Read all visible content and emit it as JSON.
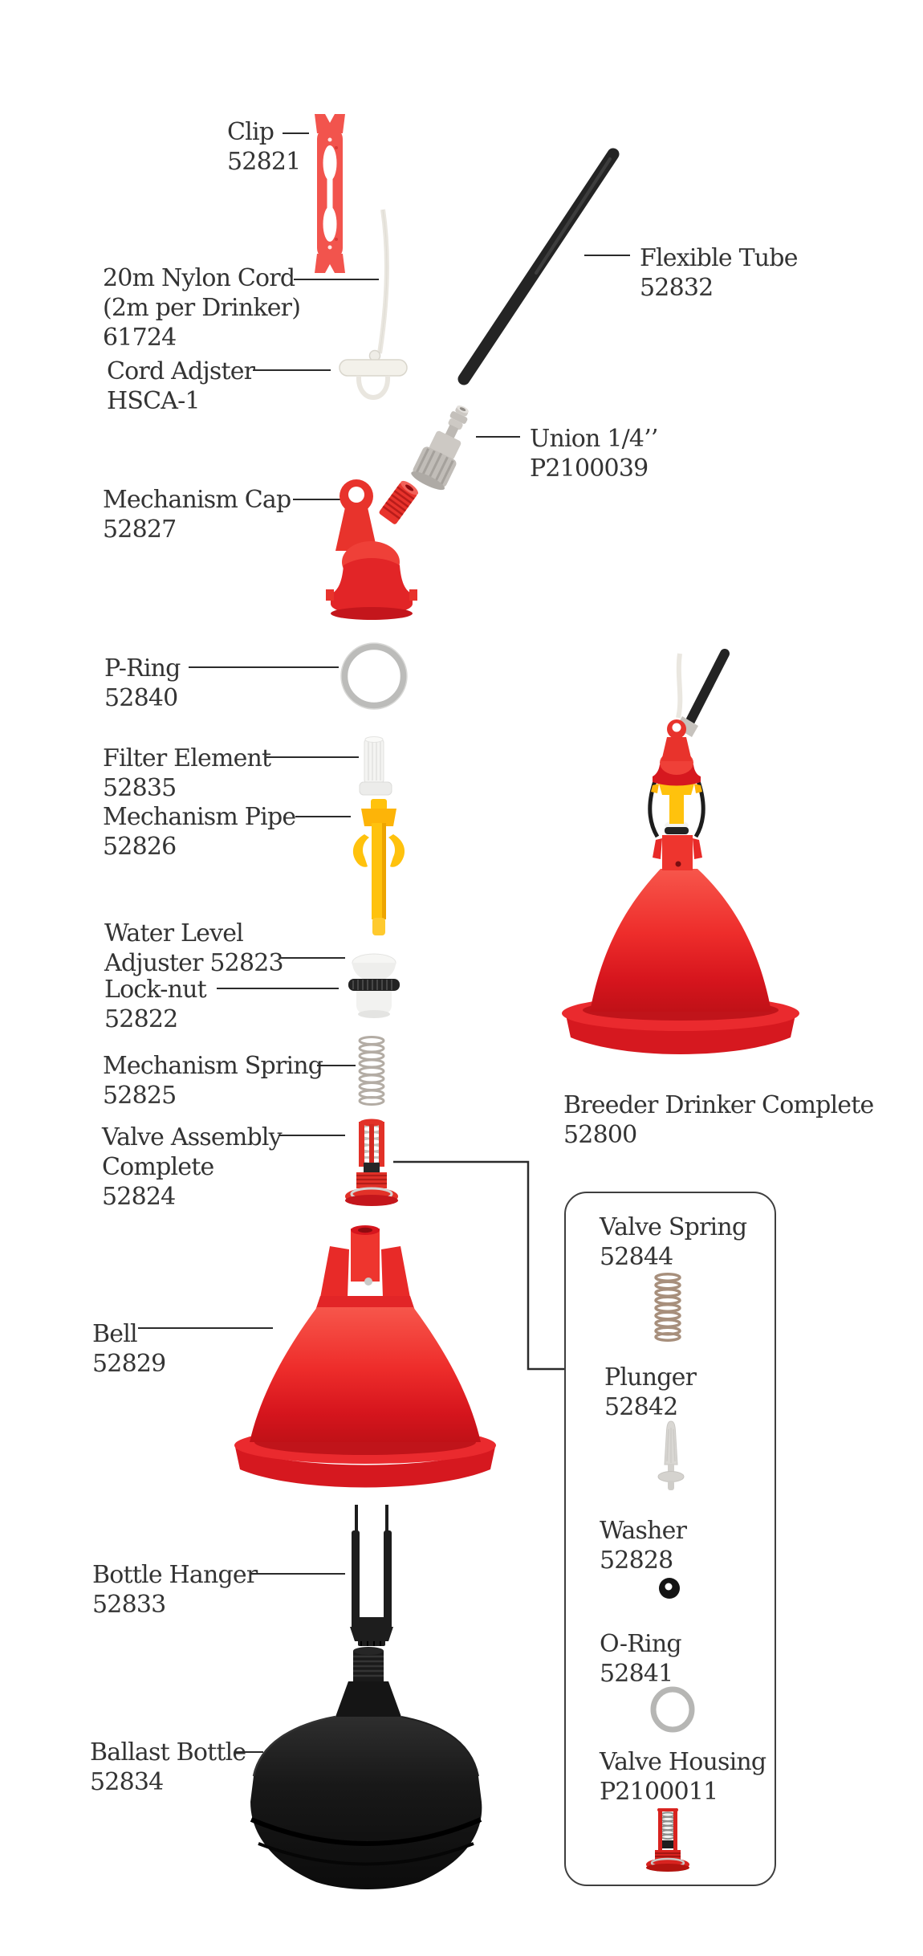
{
  "page": {
    "background": "#ffffff"
  },
  "palette": {
    "red": "#ee352e",
    "red_dark": "#c4161c",
    "yellow": "#ffc20d",
    "black_part": "#1d1d1d",
    "gray_ring": "#bcbcba",
    "union_gray": "#c6c2bd",
    "cord_white": "#e9e6df",
    "spring_gray": "#b3aca4",
    "spring_brown": "#a78f7c",
    "text": "#333333",
    "line": "#2b2b2b"
  },
  "labels": {
    "clip": {
      "name": "Clip",
      "code": "52821"
    },
    "nylon_cord": {
      "name": "20m Nylon Cord\n(2m per Drinker)",
      "code": "61724"
    },
    "cord_adjuster": {
      "name": "Cord Adjster",
      "code": "HSCA-1"
    },
    "flexible_tube": {
      "name": "Flexible Tube",
      "code": "52832"
    },
    "union": {
      "name": "Union 1/4’’",
      "code": "P2100039"
    },
    "mechanism_cap": {
      "name": "Mechanism Cap",
      "code": "52827"
    },
    "p_ring": {
      "name": "P-Ring",
      "code": "52840"
    },
    "filter_element": {
      "name": "Filter Element",
      "code": "52835"
    },
    "mechanism_pipe": {
      "name": "Mechanism Pipe",
      "code": "52826"
    },
    "water_level_adjuster": {
      "name": "Water Level\nAdjuster 52823"
    },
    "lock_nut": {
      "name": "Lock-nut",
      "code": "52822"
    },
    "mechanism_spring": {
      "name": "Mechanism Spring",
      "code": "52825"
    },
    "valve_assembly": {
      "name": "Valve Assembly\nComplete",
      "code": "52824"
    },
    "breeder_drinker_complete": {
      "name": "Breeder Drinker Complete",
      "code": "52800"
    },
    "bell": {
      "name": "Bell",
      "code": "52829"
    },
    "bottle_hanger": {
      "name": "Bottle Hanger",
      "code": "52833"
    },
    "ballast_bottle": {
      "name": "Ballast Bottle",
      "code": "52834"
    },
    "valve_spring": {
      "name": "Valve Spring",
      "code": "52844"
    },
    "plunger": {
      "name": "Plunger",
      "code": "52842"
    },
    "washer": {
      "name": "Washer",
      "code": "52828"
    },
    "o_ring": {
      "name": "O-Ring",
      "code": "52841"
    },
    "valve_housing": {
      "name": "Valve Housing",
      "code": "P2100011"
    }
  }
}
